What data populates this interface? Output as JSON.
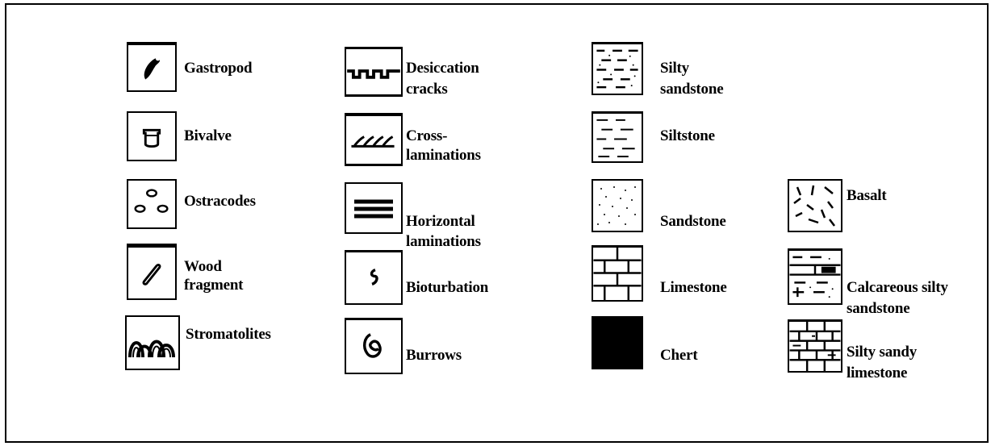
{
  "legend": {
    "fossils": [
      {
        "id": "gastropod",
        "label": "Gastropod"
      },
      {
        "id": "bivalve",
        "label": "Bivalve"
      },
      {
        "id": "ostracodes",
        "label": "Ostracodes"
      },
      {
        "id": "wood",
        "label_line1": "Wood",
        "label_line2": "fragment"
      },
      {
        "id": "stromatolites",
        "label": "Stromatolites"
      }
    ],
    "structures": [
      {
        "id": "desiccation",
        "label_line1": "Desiccation",
        "label_line2": "cracks"
      },
      {
        "id": "cross",
        "label_line1": "Cross-",
        "label_line2": "laminations"
      },
      {
        "id": "horizontal",
        "label_line1": "Horizontal",
        "label_line2": "laminations"
      },
      {
        "id": "bioturbation",
        "label": "Bioturbation"
      },
      {
        "id": "burrows",
        "label": "Burrows"
      }
    ],
    "lithologies": [
      {
        "id": "silty-sandstone",
        "label_line1": "Silty",
        "label_line2": "sandstone"
      },
      {
        "id": "siltstone",
        "label": "Siltstone"
      },
      {
        "id": "sandstone",
        "label": "Sandstone"
      },
      {
        "id": "limestone",
        "label": "Limestone"
      },
      {
        "id": "chert",
        "label": "Chert"
      }
    ],
    "other_rocks": [
      {
        "id": "basalt",
        "label": "Basalt"
      },
      {
        "id": "calcareous-silty-sandstone",
        "label_line1": "Calcareous silty",
        "label_line2": "sandstone"
      },
      {
        "id": "silty-sandy-limestone",
        "label_line1": "Silty sandy",
        "label_line2": "limestone"
      }
    ]
  }
}
